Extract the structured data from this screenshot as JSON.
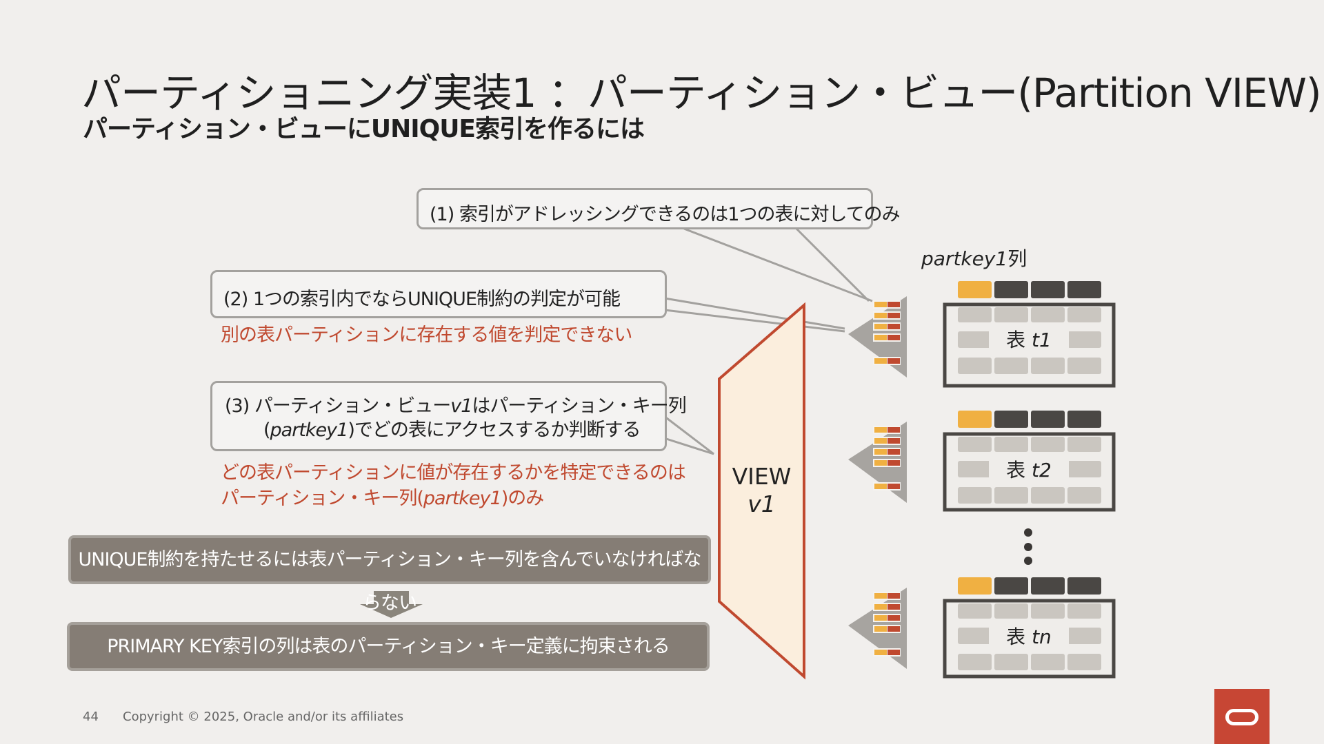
{
  "header": {
    "title": "パーティショニング実装1 ：パーティション・ビュー(Partition VIEW)",
    "subtitle": "パーティション・ビューにUNIQUE索引を作るには"
  },
  "callouts": {
    "c1": "(1) 索引がアドレッシングできるのは1つの表に対してのみ",
    "c2": "(2) 1つの索引内でならUNIQUE制約の判定が可能",
    "c3_line1_a": "(3) パーティション・ビュー",
    "c3_line1_b": "v1",
    "c3_line1_c": "はパーティション・キー列",
    "c3_line2_a": "(",
    "c3_line2_b": "partkey1",
    "c3_line2_c": ")でどの表にアクセスするか判断する"
  },
  "notes": {
    "n1": "別の表パーティションに存在する値を判定できない",
    "n2_line1": "どの表パーティションに値が存在するかを特定できるのは",
    "n2_line2_a": "パーティション・キー列(",
    "n2_line2_b": "partkey1",
    "n2_line2_c": ")のみ"
  },
  "boxes": {
    "top": "UNIQUE制約を持たせるには表パーティション・キー列を含んでいなければならない",
    "bottom": "PRIMARY KEY索引の列は表のパーティション・キー定義に拘束される"
  },
  "view": {
    "line1": "VIEW",
    "line2": "v1"
  },
  "column_label": {
    "name": "partkey1",
    "suffix": "列"
  },
  "tables": [
    {
      "prefix": "表 ",
      "name": "t1"
    },
    {
      "prefix": "表 ",
      "name": "t2"
    },
    {
      "prefix": "表 ",
      "name": "tn"
    }
  ],
  "footer": {
    "page": "44",
    "copyright": "Copyright © 2025, Oracle and/or its affiliates"
  },
  "colors": {
    "accent_red": "#c0492f",
    "key_orange": "#f0b042",
    "dark_col": "#4a4744",
    "view_fill": "#fbeedd",
    "box_fill": "#857d75",
    "brand": "#c74634"
  },
  "icons": [
    "oracle-logo"
  ]
}
